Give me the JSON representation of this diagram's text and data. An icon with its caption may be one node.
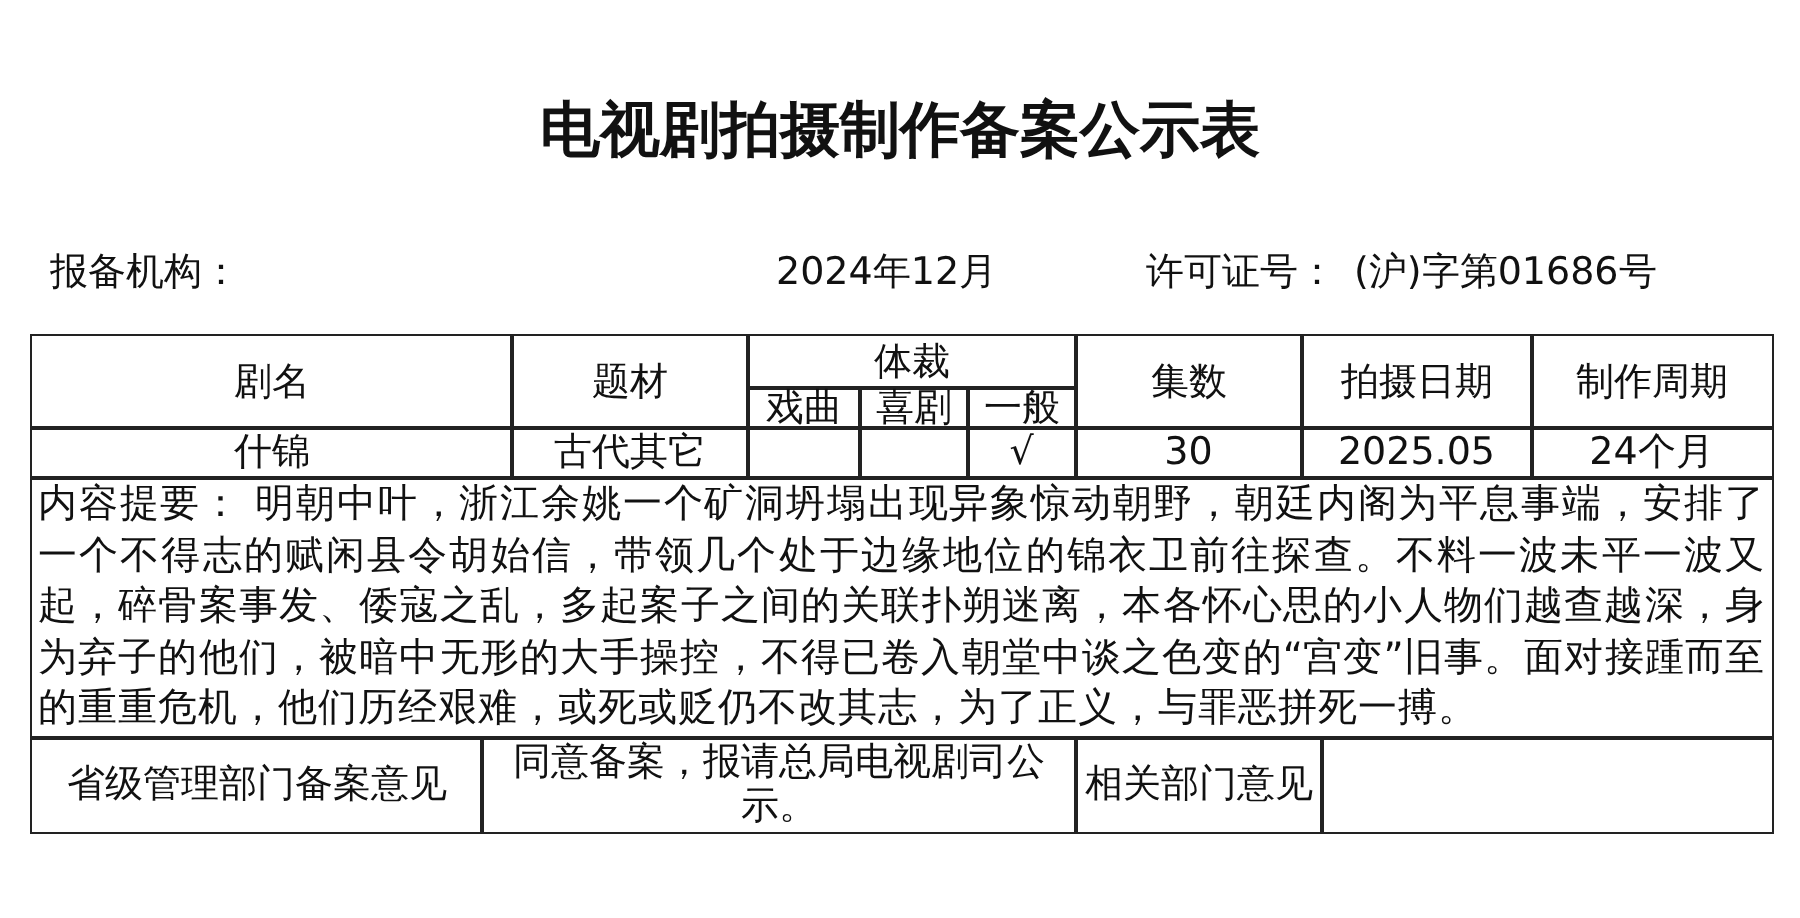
{
  "diagram": {
    "title": "电视剧拍摄制作备案公示表",
    "labels": [
      "报备机构：",
      "2024年12月",
      "许可证号：",
      "(沪)字第01686号",
      "剧名",
      "题材",
      "体裁",
      "戏曲",
      "喜剧",
      "一般",
      "集数",
      "拍摄日期",
      "制作周期",
      "什锦",
      "古代其它",
      "√",
      "30",
      "2025.05",
      "24个月",
      "内容提要： 明朝中叶，浙江余姚一个矿洞坍塌出现异象惊动朝野，朝廷内阁为平息事端，安排了一个不得志的赋闲县令胡始信，带领几个处于边缘地位的锦衣卫前往探查。不料一波未平一波又起，碎骨案事发、倭寇之乱，多起案子之间的关联扑朔迷离，本各怀心思的小人物们越查越深，身为弃子的他们，被暗中无形的大手操控，不得已卷入朝堂中谈之色变的“宫变”旧事。面对接踵而至的重重危机，他们历经艰难，或死或贬仍不改其志，为了正义，与罪恶拼死一搏。",
      "省级管理部门备案意见",
      "同意备案，报请总局电视剧司公示。",
      "相关部门意见"
    ]
  }
}
